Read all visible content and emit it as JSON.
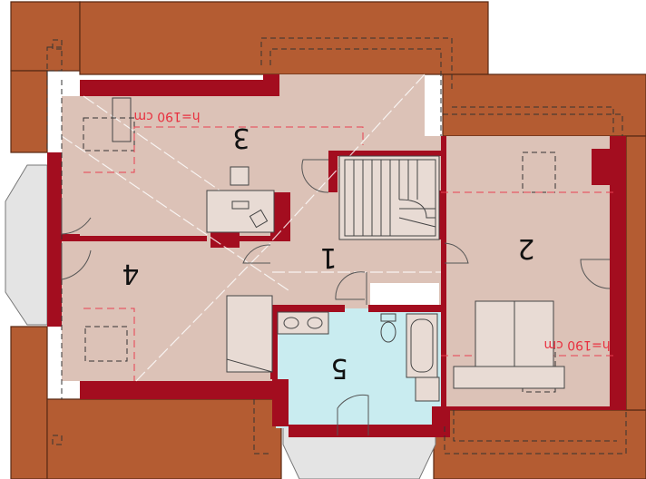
{
  "rooms": [
    {
      "id": "1",
      "label": "1"
    },
    {
      "id": "2",
      "label": "2"
    },
    {
      "id": "3",
      "label": "3"
    },
    {
      "id": "4",
      "label": "4"
    },
    {
      "id": "5",
      "label": "5"
    }
  ],
  "height_labels": {
    "room3": "h=190 cm",
    "room2": "h=190 cm"
  },
  "colors": {
    "roof": "#b45c32",
    "floor": "#dcc2b7",
    "bathroom": "#c9ecf0",
    "walls": "#a30d1f",
    "height_line": "#e84050"
  }
}
